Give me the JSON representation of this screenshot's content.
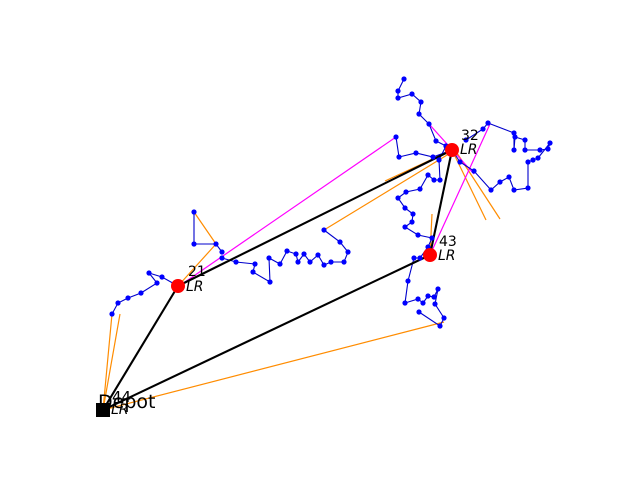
{
  "diagram": {
    "colors": {
      "route": "#000000",
      "walk": "#0000ff",
      "link_orange": "#ff8c00",
      "link_magenta": "#ff00ff",
      "depot": "#000000",
      "hub": "#ff0000"
    },
    "depot": {
      "id": "depot",
      "label_number": "44",
      "label_name": "Depot",
      "label_tag": "LR",
      "marker": "square"
    },
    "hubs": [
      {
        "id": "hub21",
        "label_number": "21",
        "label_tag": "LR"
      },
      {
        "id": "hub32",
        "label_number": "32",
        "label_tag": "LR"
      },
      {
        "id": "hub43",
        "label_number": "43",
        "label_tag": "LR"
      }
    ]
  }
}
